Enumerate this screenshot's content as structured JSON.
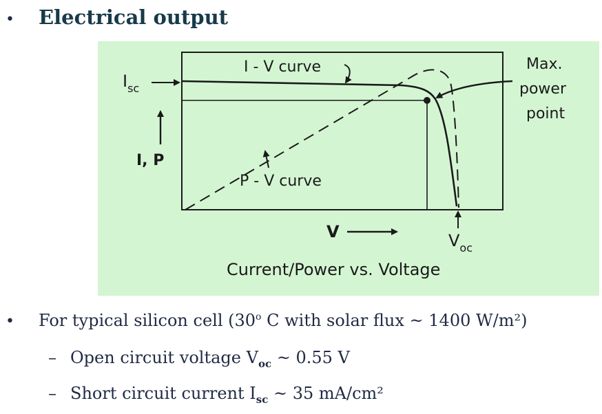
{
  "heading": {
    "bullet": "•",
    "text": "Electrical output"
  },
  "diagram": {
    "labels": {
      "iv_curve": "I - V curve",
      "pv_curve": "P - V curve",
      "isc_main": "I",
      "isc_sub": "sc",
      "voc_main": "V",
      "voc_sub": "oc",
      "ip_axis": "I, P",
      "v_axis": "V",
      "mpp_line1": "Max.",
      "mpp_line2": "power",
      "mpp_line3": "point",
      "caption": "Current/Power vs. Voltage"
    },
    "colors": {
      "panel": "#d4f5d2",
      "ink": "#1a1a1a"
    }
  },
  "bullets": {
    "main": {
      "bullet": "•",
      "text_a": "For typical silicon cell (30",
      "degree": "o",
      "text_b": " C with solar flux ~ 1400 W/m²)"
    },
    "sub1": {
      "dash": "–",
      "text": "Open circuit voltage V",
      "sub": "oc",
      "value": " ~ 0.55 V"
    },
    "sub2": {
      "dash": "–",
      "text": "Short circuit current I",
      "sub": "sc",
      "value": " ~ 35 mA/cm²"
    }
  }
}
